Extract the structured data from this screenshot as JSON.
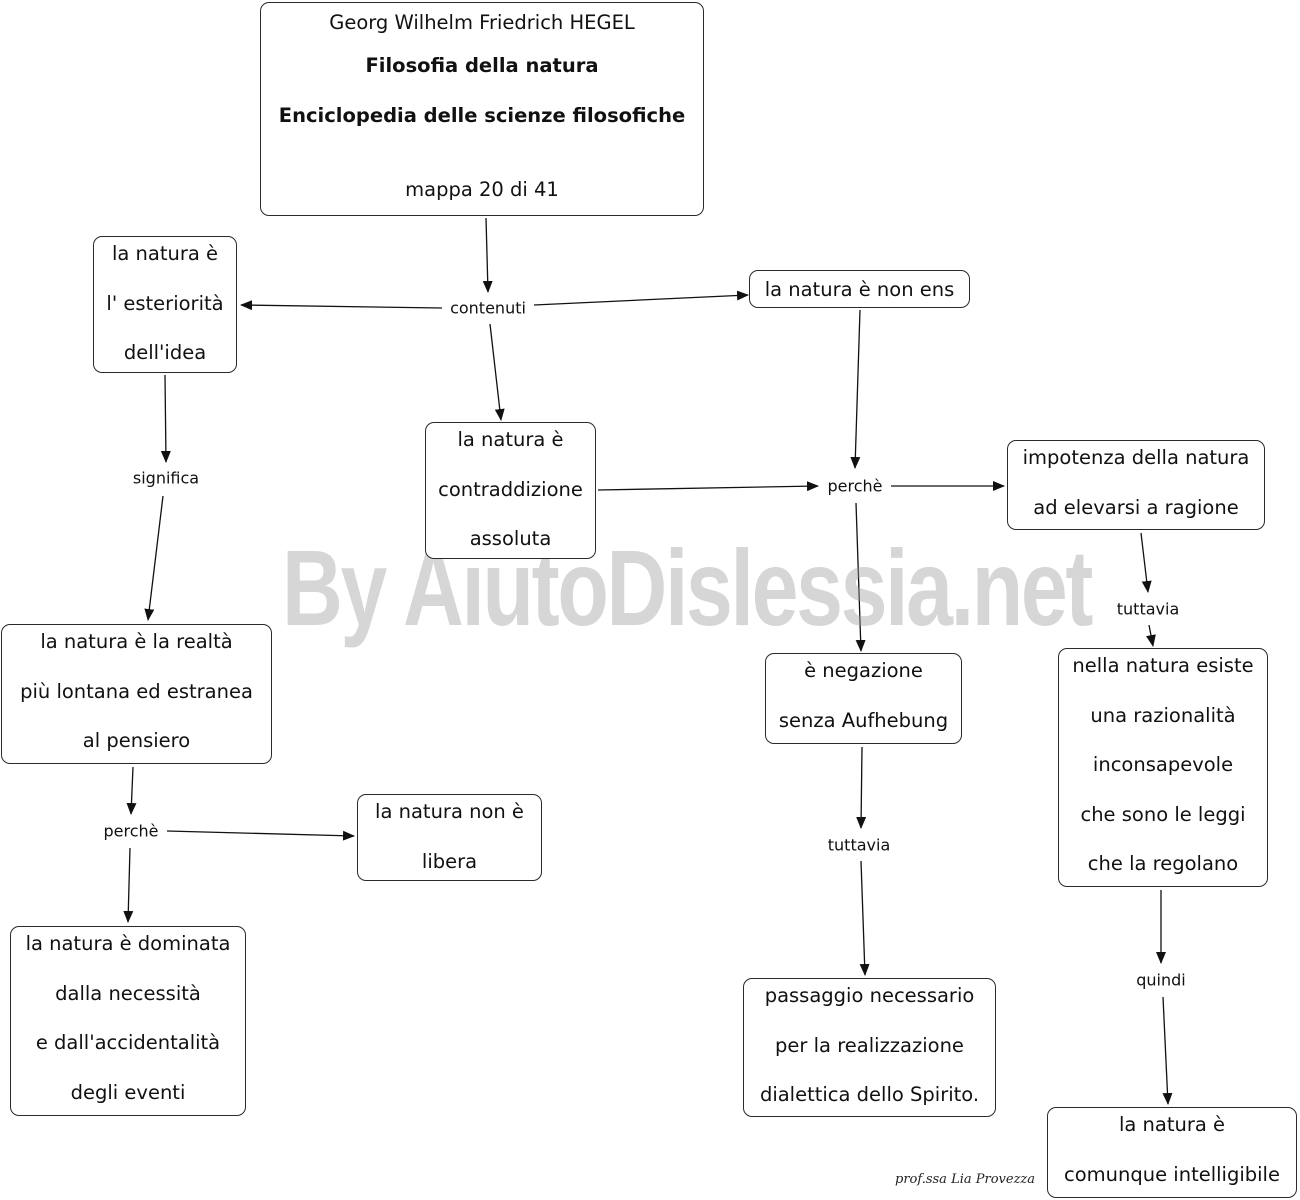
{
  "title_box": {
    "author": "Georg Wilhelm Friedrich HEGEL",
    "work": "Filosofia della natura",
    "collection": "Enciclopedia delle scienze filosofiche",
    "map_number": "mappa  20 di 41"
  },
  "nodes": {
    "esteriorita": [
      "la natura è",
      "l' esteriorità",
      "dell'idea"
    ],
    "non_ens": [
      "la natura è non ens"
    ],
    "contraddizione": [
      "la natura è",
      "contraddizione",
      "assoluta"
    ],
    "impotenza": [
      "impotenza della natura",
      "ad elevarsi a ragione"
    ],
    "realta_lontana": [
      "la natura è la realtà",
      "più lontana ed estranea",
      "al pensiero"
    ],
    "negazione": [
      "è negazione",
      "senza Aufhebung"
    ],
    "razionalita": [
      "nella natura esiste",
      "una razionalità",
      "inconsapevole",
      "che sono le leggi",
      "che la regolano"
    ],
    "non_libera": [
      "la natura non è",
      "libera"
    ],
    "dominata": [
      "la natura è dominata",
      "dalla necessità",
      "e dall'accidentalità",
      "degli eventi"
    ],
    "passaggio": [
      "passaggio necessario",
      "per la realizzazione",
      "dialettica dello Spirito."
    ],
    "intelligibile": [
      "la natura è",
      "comunque intelligibile"
    ]
  },
  "link_labels": {
    "contenuti": "contenuti",
    "significa": "significa",
    "perche_1": "perchè",
    "perche_2": "perchè",
    "tuttavia_1": "tuttavia",
    "tuttavia_2": "tuttavia",
    "quindi": "quindi"
  },
  "watermark": "By AiutoDislessia.net",
  "signature": "prof.ssa Lia Provezza"
}
